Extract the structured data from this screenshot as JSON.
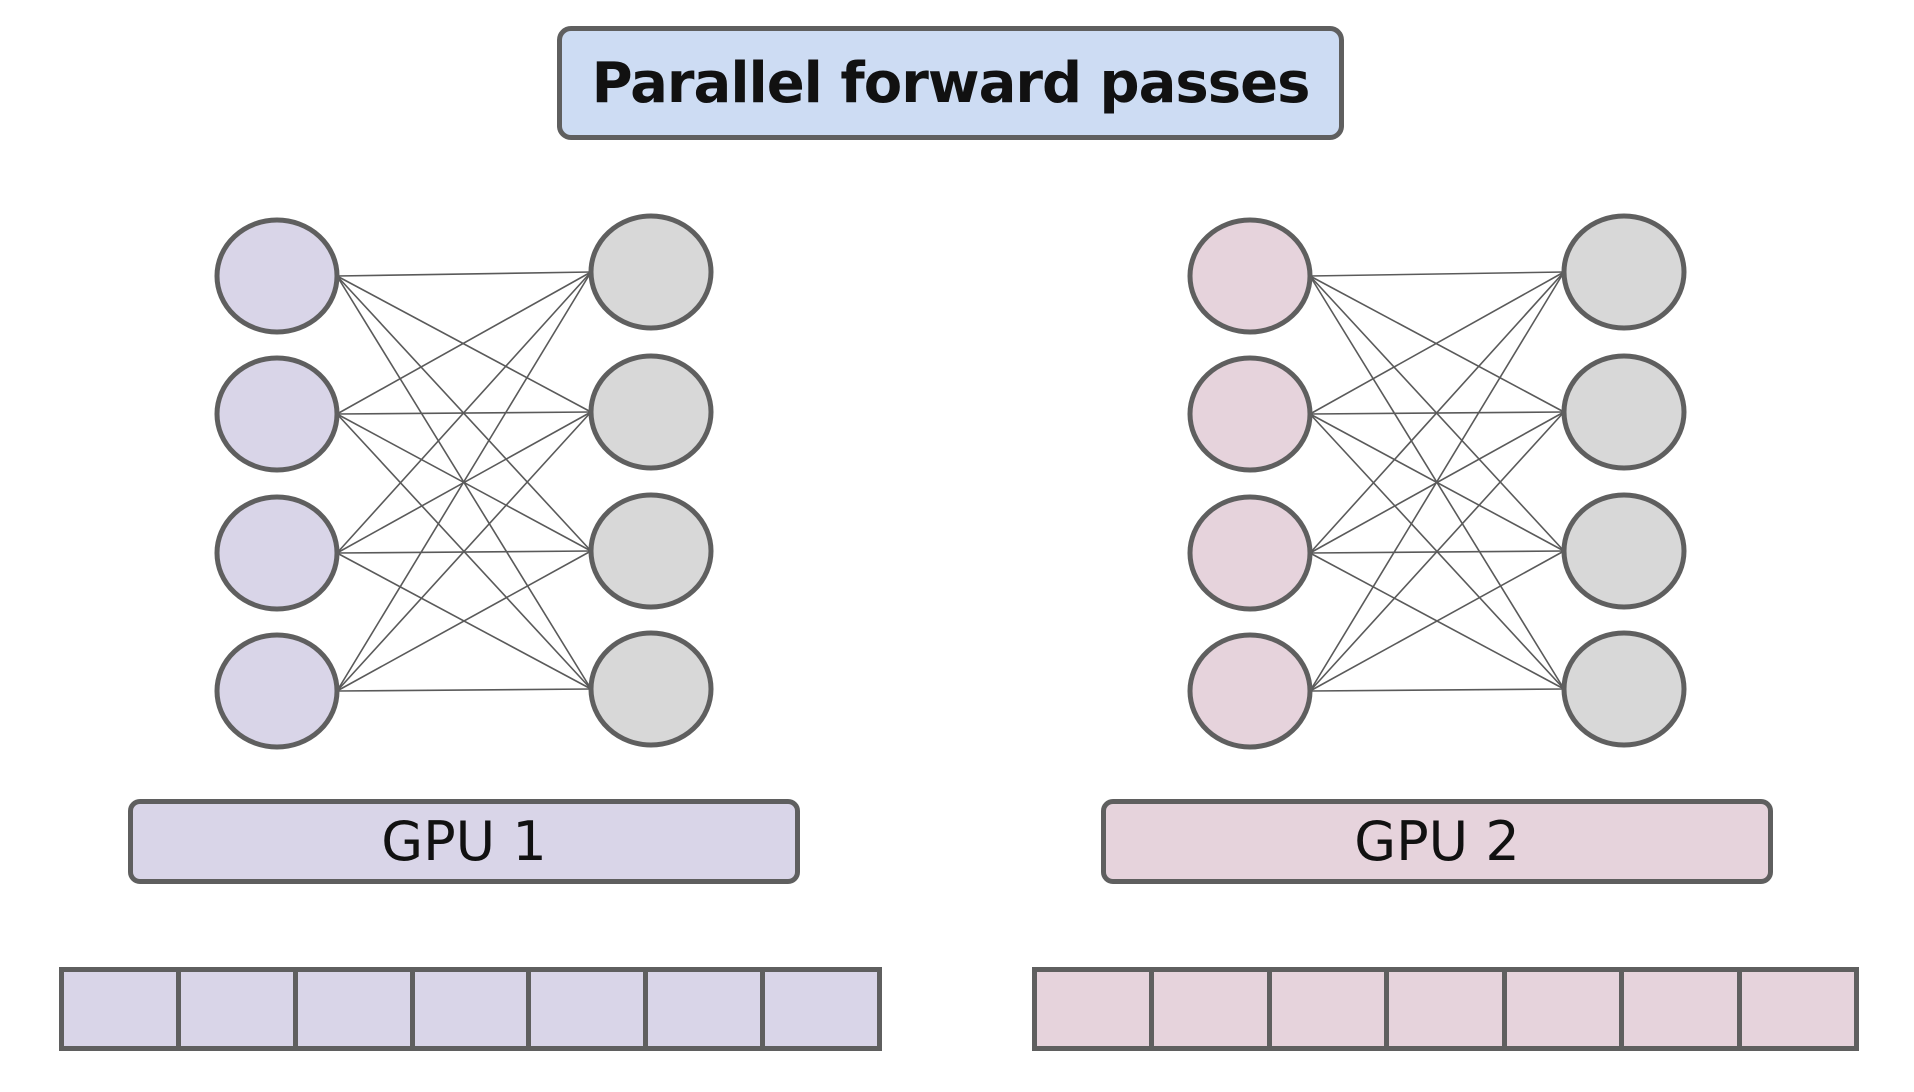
{
  "title": "Parallel forward passes",
  "colors": {
    "title_fill": "#cddcf3",
    "gpu1_fill": "#d9d5e8",
    "gpu2_fill": "#e6d3dc",
    "output_node_fill": "#d8d8d8",
    "outline": "#5f5f5f",
    "edge": "#5a5a5a"
  },
  "networks": [
    {
      "gpu_label": "GPU 1",
      "input_nodes": 4,
      "output_nodes": 4,
      "batch_cells": 7
    },
    {
      "gpu_label": "GPU 2",
      "input_nodes": 4,
      "output_nodes": 4,
      "batch_cells": 7
    }
  ]
}
